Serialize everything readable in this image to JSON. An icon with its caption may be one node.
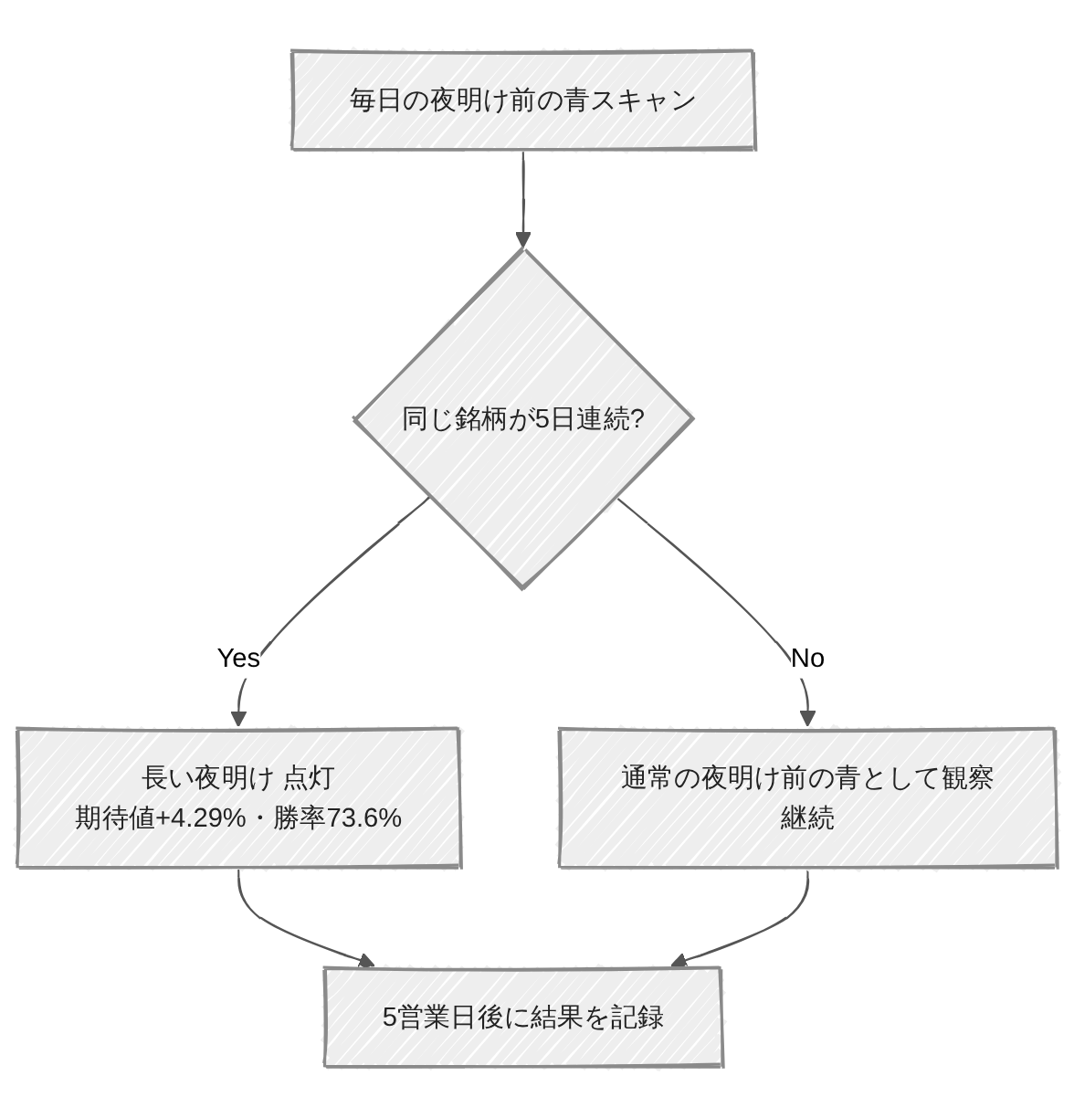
{
  "diagram": {
    "nodes": [
      {
        "text": [
          "毎日の夜明け前の青スキャン"
        ]
      },
      {
        "text": [
          "同じ銘柄が5日連続?"
        ]
      },
      {
        "text": [
          "長い夜明け 点灯",
          "期待値+4.29%・勝率73.6%"
        ]
      },
      {
        "text": [
          "通常の夜明け前の青として観察継続"
        ]
      },
      {
        "text": [
          "5営業日後に結果を記録"
        ]
      }
    ],
    "edges": [
      {
        "from": 0,
        "to": 1,
        "arrow": "to"
      },
      {
        "from": 1,
        "to": 2,
        "label": "Yes",
        "arrow": "to"
      },
      {
        "from": 1,
        "to": 3,
        "label": "No",
        "arrow": "to"
      },
      {
        "from": 2,
        "to": 4,
        "arrow": "to"
      },
      {
        "from": 3,
        "to": 4,
        "arrow": "to"
      }
    ]
  }
}
